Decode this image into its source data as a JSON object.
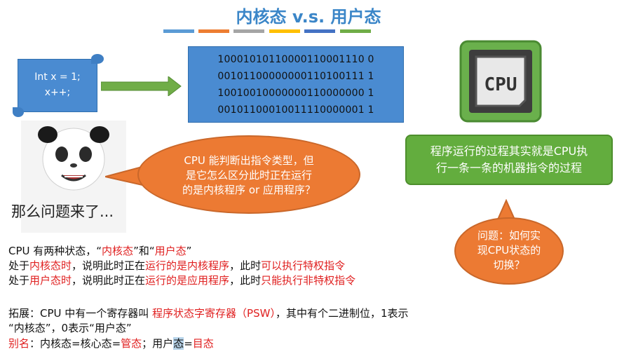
{
  "title": "内核态 v.s. 用户态",
  "title_bar_colors": [
    "#5b9bd5",
    "#ed7d31",
    "#a5a5a5",
    "#ffc000",
    "#4472c4",
    "#70ad47"
  ],
  "code_box": {
    "lines": [
      "Int x = 1;",
      "x++;"
    ]
  },
  "binary_box": {
    "lines": [
      "10001010110000110001110 0",
      "00101100000000110100111 1",
      "10010010000000110000000 1",
      "00101100010011110000001 1"
    ]
  },
  "panda_caption": "那么问题来了...",
  "orange_bubble": {
    "lines": [
      "CPU 能判断出指令类型，但",
      "是它怎么区分此时正在运行",
      "的是内核程序 or 应用程序？"
    ]
  },
  "cpu_chip": {
    "label": "CPU"
  },
  "green_box": {
    "lines": [
      "程序运行的过程其实就是CPU执",
      "行一条一条的机器指令的过程"
    ]
  },
  "question_bubble": {
    "lines": [
      "问题：如何实",
      "现CPU状态的",
      "切换？"
    ]
  },
  "paragraph1": {
    "l1": {
      "a": "CPU 有两种状态，“",
      "b": "内核态",
      "c": "”和“",
      "d": "用户态",
      "e": "”"
    },
    "l2": {
      "a": "处于",
      "b": "内核态时",
      "c": "，说明此时正在",
      "d": "运行的是内核程序",
      "e": "，此时",
      "f": "可以执行特权指令"
    },
    "l3": {
      "a": "处于",
      "b": "用户态时",
      "c": "，说明此时正在",
      "d": "运行的是应用程序",
      "e": "，此时",
      "f": "只能执行非特权指令"
    }
  },
  "paragraph2": {
    "l1": {
      "a": "拓展：CPU 中有一个寄存器叫 ",
      "b": "程序状态字寄存器（PSW）",
      "c": "，其中有个二进制位，1表示"
    },
    "l2": "“内核态”，0表示“用户态”",
    "l3": {
      "a": "别名",
      "b": "：内核态=核心态=",
      "c": "管态",
      "d": "；用户",
      "e": "态",
      "f": "=",
      "g": "目态"
    }
  }
}
